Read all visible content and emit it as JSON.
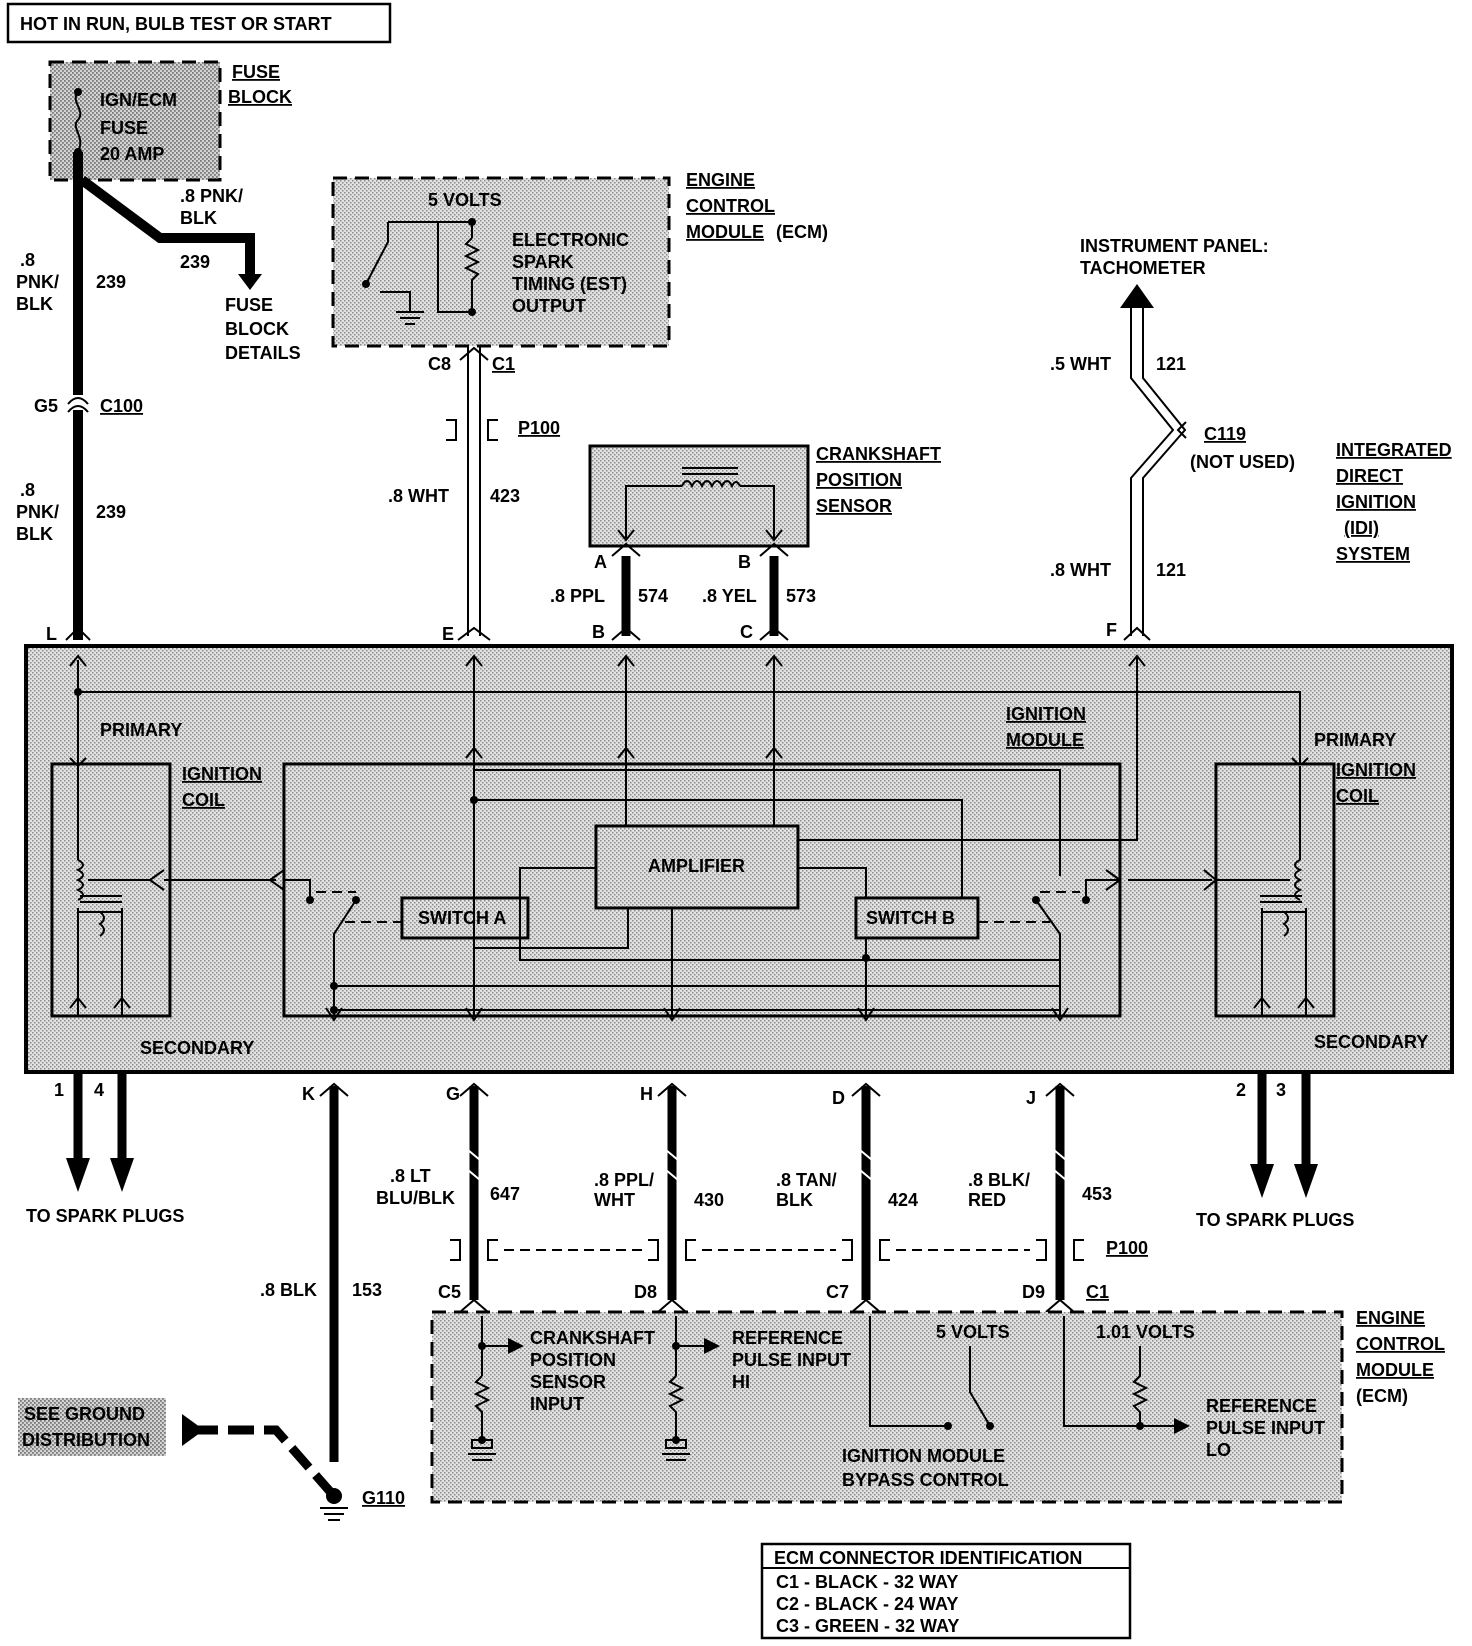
{
  "header": {
    "power_label": "HOT IN RUN, BULB TEST OR START"
  },
  "fuse_block": {
    "title_1": "FUSE",
    "title_2": "BLOCK",
    "fuse_1": "IGN/ECM",
    "fuse_2": "FUSE",
    "fuse_3": "20 AMP",
    "details_1": "FUSE",
    "details_2": "BLOCK",
    "details_3": "DETAILS"
  },
  "ecm_top": {
    "title_1": "ENGINE",
    "title_2": "CONTROL",
    "title_3": "MODULE",
    "title_4": "(ECM)",
    "volts": "5 VOLTS",
    "est_1": "ELECTRONIC",
    "est_2": "SPARK",
    "est_3": "TIMING (EST)",
    "est_4": "OUTPUT",
    "pin": "C8",
    "conn": "C1"
  },
  "tach": {
    "line1": "INSTRUMENT PANEL:",
    "line2": "TACHOMETER"
  },
  "idi": {
    "line1": "INTEGRATED",
    "line2": "DIRECT",
    "line3": "IGNITION",
    "line4": "(IDI)",
    "line5": "SYSTEM"
  },
  "crank_sensor": {
    "line1": "CRANKSHAFT",
    "line2": "POSITION",
    "line3": "SENSOR",
    "pin_a": "A",
    "pin_b": "B"
  },
  "wires_top": {
    "w239a_color_1": ".8 PNK/",
    "w239a_color_2": "BLK",
    "w239a_num": "239",
    "w239b_color_1": ".8",
    "w239b_color_2": "PNK/",
    "w239b_color_3": "BLK",
    "w239b_num": "239",
    "w239c_color_1": ".8",
    "w239c_color_2": "PNK/",
    "w239c_color_3": "BLK",
    "w239c_num": "239",
    "g5": "G5",
    "c100": "C100",
    "p100": "P100",
    "w423_color": ".8 WHT",
    "w423_num": "423",
    "w574_color": ".8 PPL",
    "w574_num": "574",
    "w573_color": ".8 YEL",
    "w573_num": "573",
    "w121a_color": ".5 WHT",
    "w121a_num": "121",
    "w121b_color": ".8 WHT",
    "w121b_num": "121",
    "c119": "C119",
    "c119_note": "(NOT USED)"
  },
  "module_pins_top": {
    "l": "L",
    "e": "E",
    "b": "B",
    "c": "C",
    "f": "F"
  },
  "idi_box": {
    "primary_left": "PRIMARY",
    "coil_left_1": "IGNITION",
    "coil_left_2": "COIL",
    "secondary_left": "SECONDARY",
    "ign_module_1": "IGNITION",
    "ign_module_2": "MODULE",
    "amplifier": "AMPLIFIER",
    "switch_a": "SWITCH A",
    "switch_b": "SWITCH B",
    "primary_right": "PRIMARY",
    "coil_right_1": "IGNITION",
    "coil_right_2": "COIL",
    "secondary_right": "SECONDARY"
  },
  "module_pins_bottom": {
    "p1": "1",
    "p4": "4",
    "k": "K",
    "g": "G",
    "h": "H",
    "d": "D",
    "j": "J",
    "p2": "2",
    "p3": "3"
  },
  "spark": {
    "left": "TO SPARK PLUGS",
    "right": "TO SPARK PLUGS"
  },
  "wires_bottom": {
    "w153_color": ".8 BLK",
    "w153_num": "153",
    "w647_color_1": ".8 LT",
    "w647_color_2": "BLU/BLK",
    "w647_num": "647",
    "w430_color_1": ".8 PPL/",
    "w430_color_2": "WHT",
    "w430_num": "430",
    "w424_color_1": ".8 TAN/",
    "w424_color_2": "BLK",
    "w424_num": "424",
    "w453_color_1": ".8 BLK/",
    "w453_color_2": "RED",
    "w453_num": "453",
    "p100": "P100",
    "c5": "C5",
    "d8": "D8",
    "c7": "C7",
    "d9": "D9",
    "c1": "C1"
  },
  "ground": {
    "see_1": "SEE GROUND",
    "see_2": "DISTRIBUTION",
    "g110": "G110"
  },
  "ecm_bottom": {
    "title_1": "ENGINE",
    "title_2": "CONTROL",
    "title_3": "MODULE",
    "title_4": "(ECM)",
    "crank_in_1": "CRANKSHAFT",
    "crank_in_2": "POSITION",
    "crank_in_3": "SENSOR",
    "crank_in_4": "INPUT",
    "ref_hi_1": "REFERENCE",
    "ref_hi_2": "PULSE INPUT",
    "ref_hi_3": "HI",
    "volts5": "5 VOLTS",
    "volts101": "1.01 VOLTS",
    "bypass_1": "IGNITION MODULE",
    "bypass_2": "BYPASS CONTROL",
    "ref_lo_1": "REFERENCE",
    "ref_lo_2": "PULSE INPUT",
    "ref_lo_3": "LO"
  },
  "connector_id": {
    "title": "ECM CONNECTOR IDENTIFICATION",
    "line1": "C1 - BLACK - 32 WAY",
    "line2": "C2 - BLACK - 24 WAY",
    "line3": "C3 - GREEN - 32 WAY"
  }
}
